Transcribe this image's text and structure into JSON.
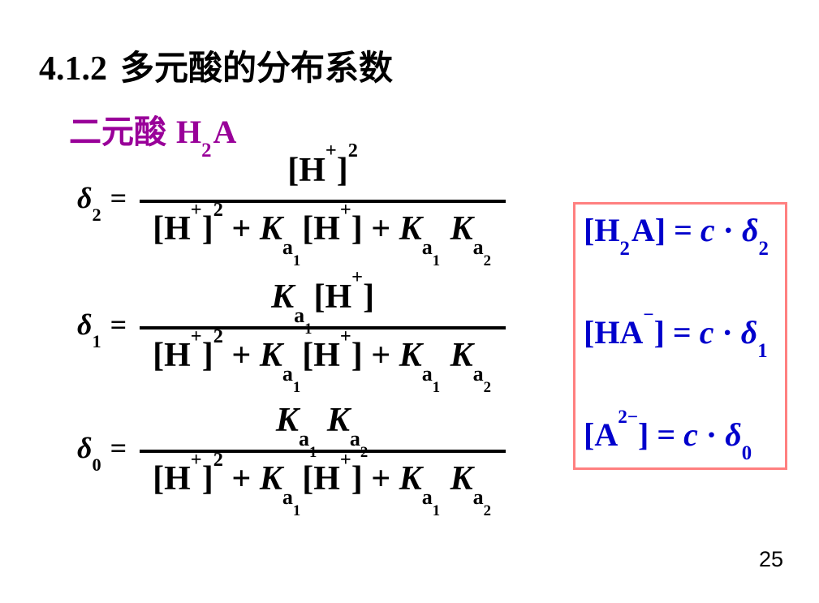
{
  "slide": {
    "title": {
      "number": "4.1.2",
      "text": "多元酸的分布系数"
    },
    "subtitle": {
      "label": "二元酸",
      "formula": "H_2A"
    },
    "formulas": [
      {
        "name": "delta-2",
        "lhs": "δ_2 =",
        "numerator": "[H^+]^2",
        "denominator": "[H^+]^2 + K_{a_1}[H^+] + K_{a_1} K_{a_2}"
      },
      {
        "name": "delta-1",
        "lhs": "δ_1 =",
        "numerator": "K_{a_1}[H^+]",
        "denominator": "[H^+]^2 + K_{a_1}[H^+] + K_{a_1} K_{a_2}"
      },
      {
        "name": "delta-0",
        "lhs": "δ_0 =",
        "numerator": "K_{a_1} K_{a_2}",
        "denominator": "[H^+]^2 + K_{a_1}[H^+] + K_{a_1} K_{a_2}"
      }
    ],
    "box": {
      "border_color": "#ff8080",
      "text_color": "#0000cc",
      "lines": [
        "[H_2A] = c · δ_2",
        "[HA^−] = c · δ_1",
        "[A^{2−}] = c · δ_0"
      ]
    },
    "page_number": "25",
    "colors": {
      "subtitle": "#990099",
      "text": "#000000",
      "background": "#ffffff"
    }
  }
}
